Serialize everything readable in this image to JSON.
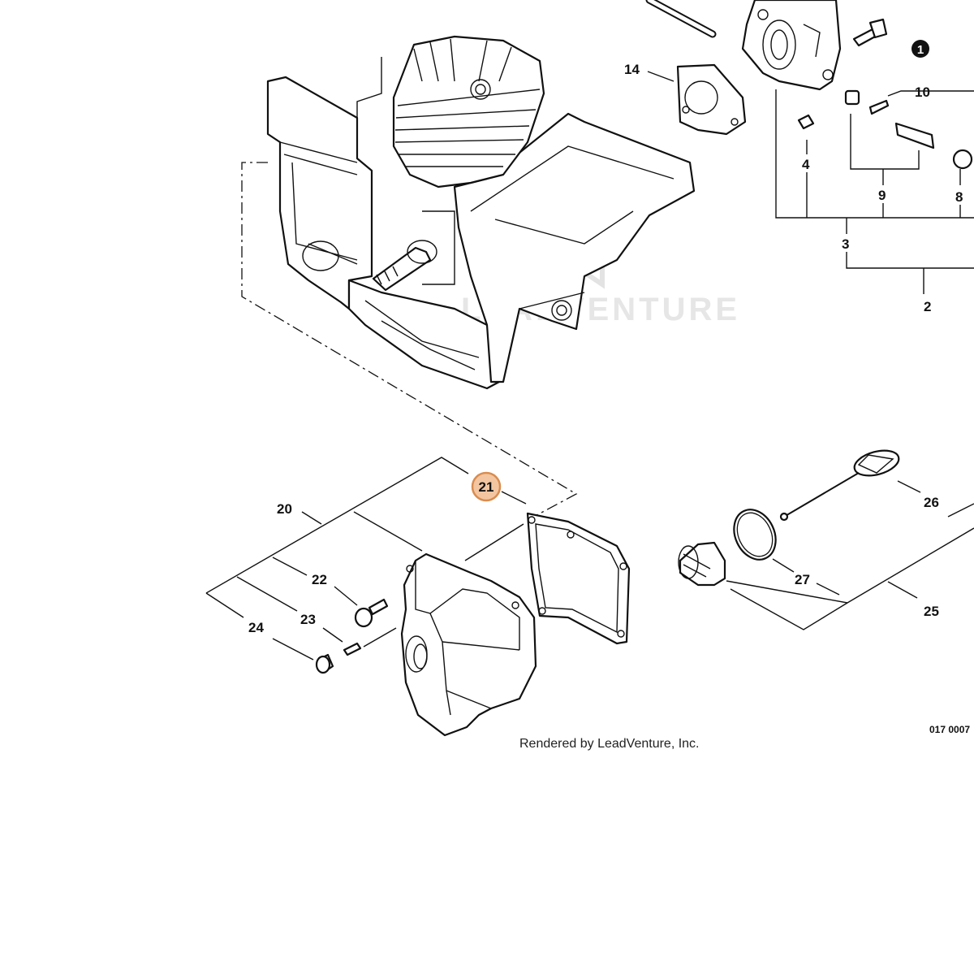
{
  "diagram": {
    "callouts": [
      {
        "id": "c1",
        "label": "1"
      },
      {
        "id": "c2",
        "label": "2"
      },
      {
        "id": "c3",
        "label": "3"
      },
      {
        "id": "c4",
        "label": "4"
      },
      {
        "id": "c8",
        "label": "8"
      },
      {
        "id": "c9",
        "label": "9"
      },
      {
        "id": "c10",
        "label": "10"
      },
      {
        "id": "c14",
        "label": "14"
      },
      {
        "id": "c20",
        "label": "20"
      },
      {
        "id": "c21",
        "label": "21"
      },
      {
        "id": "c22",
        "label": "22"
      },
      {
        "id": "c23",
        "label": "23"
      },
      {
        "id": "c24",
        "label": "24"
      },
      {
        "id": "c25",
        "label": "25"
      },
      {
        "id": "c26",
        "label": "26"
      },
      {
        "id": "c27",
        "label": "27"
      }
    ],
    "highlighted_part": "21",
    "highlight_color": "#d98c4f",
    "highlight_fill": "#f3c6a1",
    "watermark": "LEADVENTURE",
    "footer_credit": "Rendered by LeadVenture, Inc.",
    "diagram_code": "017 0007"
  }
}
